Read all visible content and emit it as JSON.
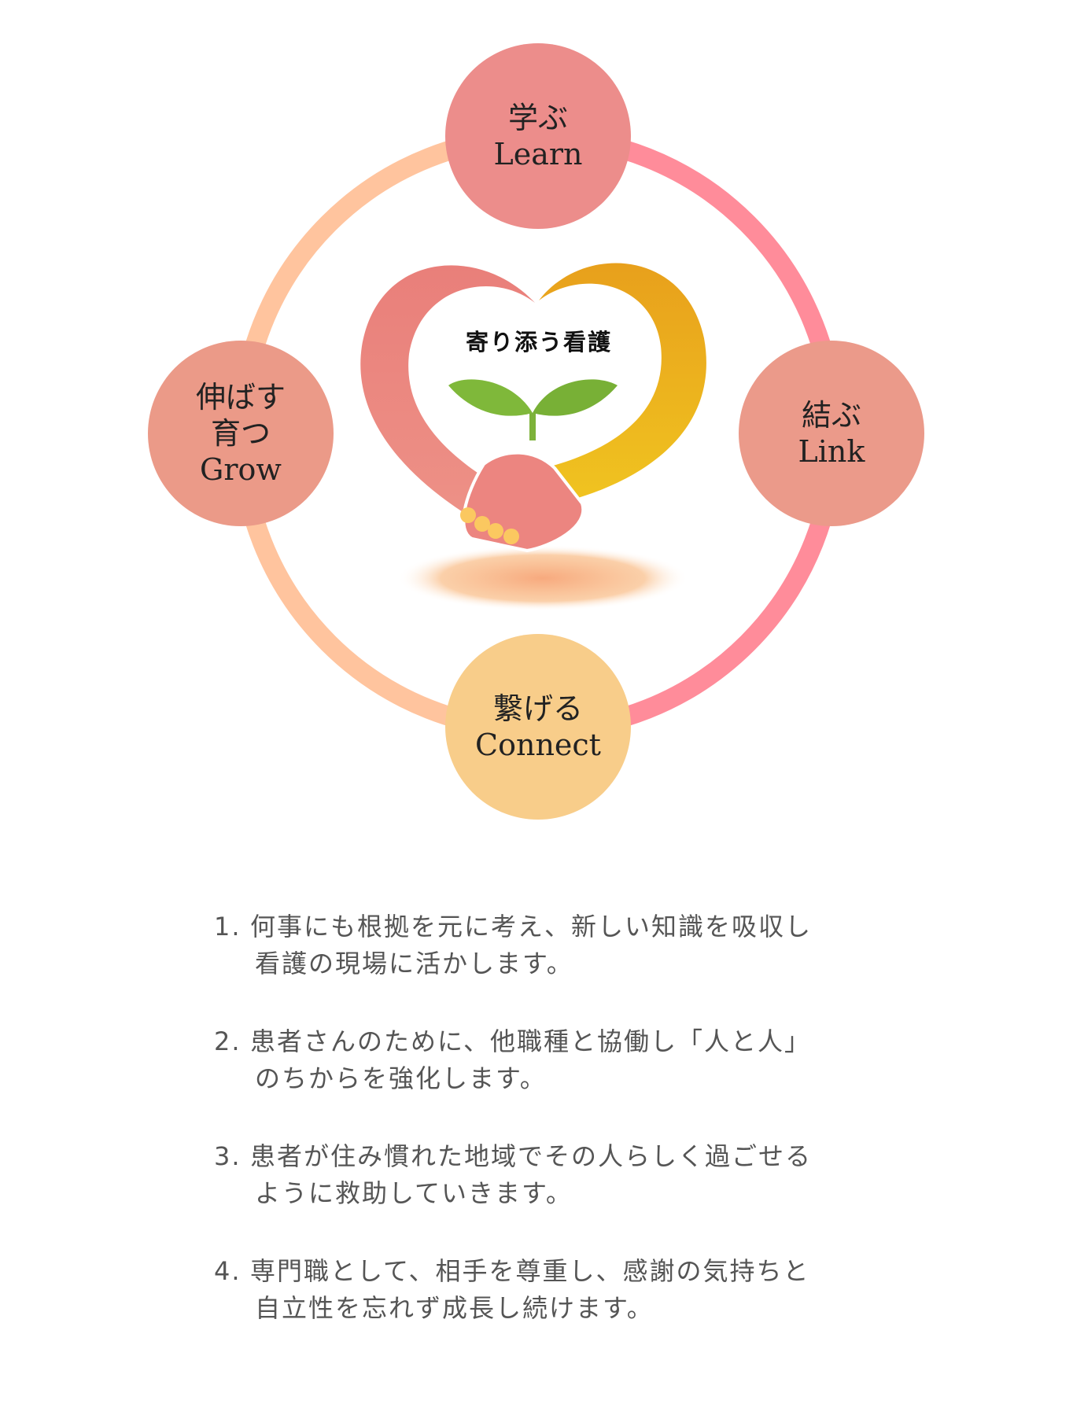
{
  "diagram": {
    "center_logo_text": "寄り添う看護",
    "nodes": {
      "learn": {
        "jp": "学ぶ",
        "en": "Learn"
      },
      "link": {
        "jp": "結ぶ",
        "en": "Link"
      },
      "grow": {
        "jp1": "伸ばす",
        "jp2": "育つ",
        "en": "Grow"
      },
      "connect": {
        "jp": "繋げる",
        "en": "Connect"
      }
    },
    "colors": {
      "ring_left": "#ffc49e",
      "ring_right": "#ff8c9a",
      "learn": "#ec8d8b",
      "link": "#eb9a8a",
      "grow": "#eb9a88",
      "connect": "#f8cd8a"
    }
  },
  "principles": [
    {
      "num": "1.",
      "line1": "何事にも根拠を元に考え、新しい知識を吸収し",
      "line2": "看護の現場に活かします。"
    },
    {
      "num": "2.",
      "line1": "患者さんのために、他職種と協働し「人と人」",
      "line2": "のちからを強化します。"
    },
    {
      "num": "3.",
      "line1": "患者が住み慣れた地域でその人らしく過ごせる",
      "line2": "ように救助していきます。"
    },
    {
      "num": "4.",
      "line1": "専門職として、相手を尊重し、感謝の気持ちと",
      "line2": "自立性を忘れず成長し続けます。"
    }
  ]
}
